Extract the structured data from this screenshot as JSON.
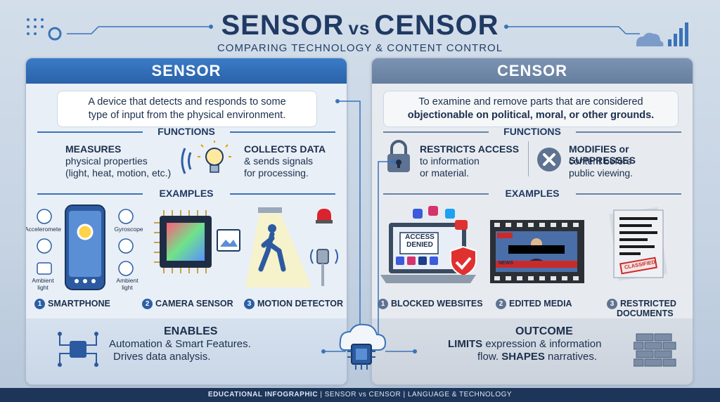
{
  "header": {
    "title_left": "SENSOR",
    "title_vs": "vs",
    "title_right": "CENSOR",
    "subtitle": "COMPARING TECHNOLOGY & CONTENT CONTROL"
  },
  "sensor": {
    "heading": "SENSOR",
    "definition_1": "A device that detects and responds to some",
    "definition_2": "type of input from the physical environment.",
    "functions_heading": "FUNCTIONS",
    "fn1_title": "MEASURES",
    "fn1_line1": "physical properties",
    "fn1_line2": "(light, heat, motion, etc.)",
    "fn2_title": "COLLECTS DATA",
    "fn2_line1": "& sends signals",
    "fn2_line2": "for processing.",
    "examples_heading": "EXAMPLES",
    "phone_labels": [
      "Acceleromete",
      "Gyroscope",
      "Ambient light",
      "Ambient light"
    ],
    "examples": [
      {
        "num": "1",
        "label": "SMARTPHONE"
      },
      {
        "num": "2",
        "label": "CAMERA SENSOR"
      },
      {
        "num": "3",
        "label": "MOTION DETECTOR"
      }
    ],
    "outcome_title": "ENABLES",
    "outcome_line1": "Automation & Smart Features.",
    "outcome_line2": "Drives data analysis."
  },
  "censor": {
    "heading": "CENSOR",
    "definition_1": "To examine and remove parts that are considered",
    "definition_2": "objectionable on political, moral, or other grounds.",
    "functions_heading": "FUNCTIONS",
    "fn1_title": "RESTRICTS ACCESS",
    "fn1_line1": "to information",
    "fn1_line2": "or material.",
    "fn2_title": "MODIFIES or SUPPRESSES",
    "fn2_line1": "content before",
    "fn2_line2": "public viewing.",
    "examples_heading": "EXAMPLES",
    "access_denied_1": "ACCESS",
    "access_denied_2": "DENIED",
    "news_label": "NEWS",
    "classified_label": "CLASSIFIED",
    "examples": [
      {
        "num": "1",
        "label": "BLOCKED WEBSITES"
      },
      {
        "num": "2",
        "label": "EDITED MEDIA"
      },
      {
        "num": "3",
        "label": "RESTRICTED",
        "label2": "DOCUMENTS"
      }
    ],
    "outcome_title": "OUTCOME",
    "outcome_line1_bold": "LIMITS",
    "outcome_line1_rest": " expression & information",
    "outcome_line2_rest": "flow. ",
    "outcome_line2_bold": "SHAPES",
    "outcome_line2_end": " narratives."
  },
  "footer": {
    "part1": "EDUCATIONAL INFOGRAPHIC",
    "sep": " | ",
    "part2": "SENSOR vs CENSOR",
    "part3": "LANGUAGE & TECHNOLOGY"
  },
  "colors": {
    "sensor_blue": "#2a62a8",
    "censor_gray": "#667f9f",
    "navy": "#1f3a63"
  }
}
